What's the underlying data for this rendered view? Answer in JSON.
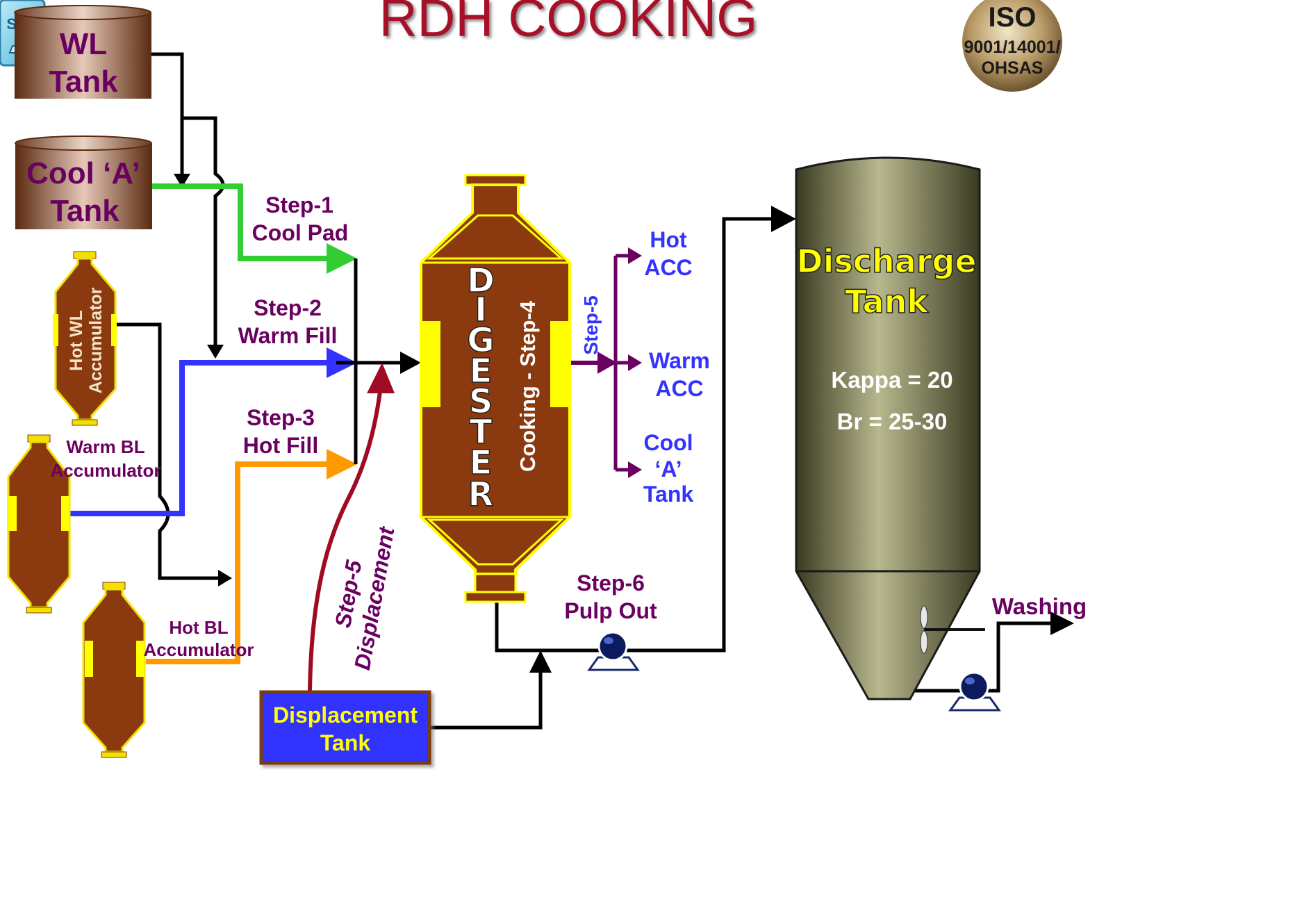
{
  "title": "RDH COOKING",
  "colors": {
    "title": "#a8102a",
    "purple": "#6a0060",
    "green": "#33cc33",
    "blue": "#3333ff",
    "orange": "#ff9900",
    "darkred": "#a00b24",
    "vessel_brown": "#8b3a10",
    "yellow": "#ffff00",
    "tank_gray": "#7a7a55"
  },
  "logo": {
    "text": "SPB"
  },
  "iso": {
    "line1": "ISO",
    "line2": "9001/14001/",
    "line3": "OHSAS"
  },
  "wl_tank": {
    "line1": "WL",
    "line2": "Tank"
  },
  "cool_a_tank": {
    "line1": "Cool ‘A’",
    "line2": "Tank"
  },
  "hot_wl_acc": {
    "line1": "Hot WL",
    "line2": "Accumulator"
  },
  "warm_bl_acc": {
    "line1": "Warm BL",
    "line2": "Accumulator"
  },
  "hot_bl_acc": {
    "line1": "Hot BL",
    "line2": "Accumulator"
  },
  "step1": {
    "line1": "Step-1",
    "line2": "Cool Pad"
  },
  "step2": {
    "line1": "Step-2",
    "line2": "Warm Fill"
  },
  "step3": {
    "line1": "Step-3",
    "line2": "Hot Fill"
  },
  "step5_displacement": {
    "line1": "Step-5",
    "line2": "Displacement"
  },
  "digester": {
    "letters": [
      "D",
      "I",
      "G",
      "E",
      "S",
      "T",
      "E",
      "R"
    ],
    "side_label": "Cooking - Step-4"
  },
  "step5_out": {
    "label": "Step-5"
  },
  "outputs": {
    "hot_acc": {
      "line1": "Hot",
      "line2": "ACC"
    },
    "warm_acc": {
      "line1": "Warm",
      "line2": "ACC"
    },
    "cool_a": {
      "line1": "Cool",
      "line2": "‘A’",
      "line3": "Tank"
    }
  },
  "step6": {
    "line1": "Step-6",
    "line2": "Pulp Out"
  },
  "displacement_tank": {
    "line1": "Displacement",
    "line2": "Tank"
  },
  "discharge_tank": {
    "line1": "Discharge",
    "line2": "Tank",
    "kappa": "Kappa = 20",
    "br": "Br = 25-30"
  },
  "washing": {
    "label": "Washing"
  }
}
